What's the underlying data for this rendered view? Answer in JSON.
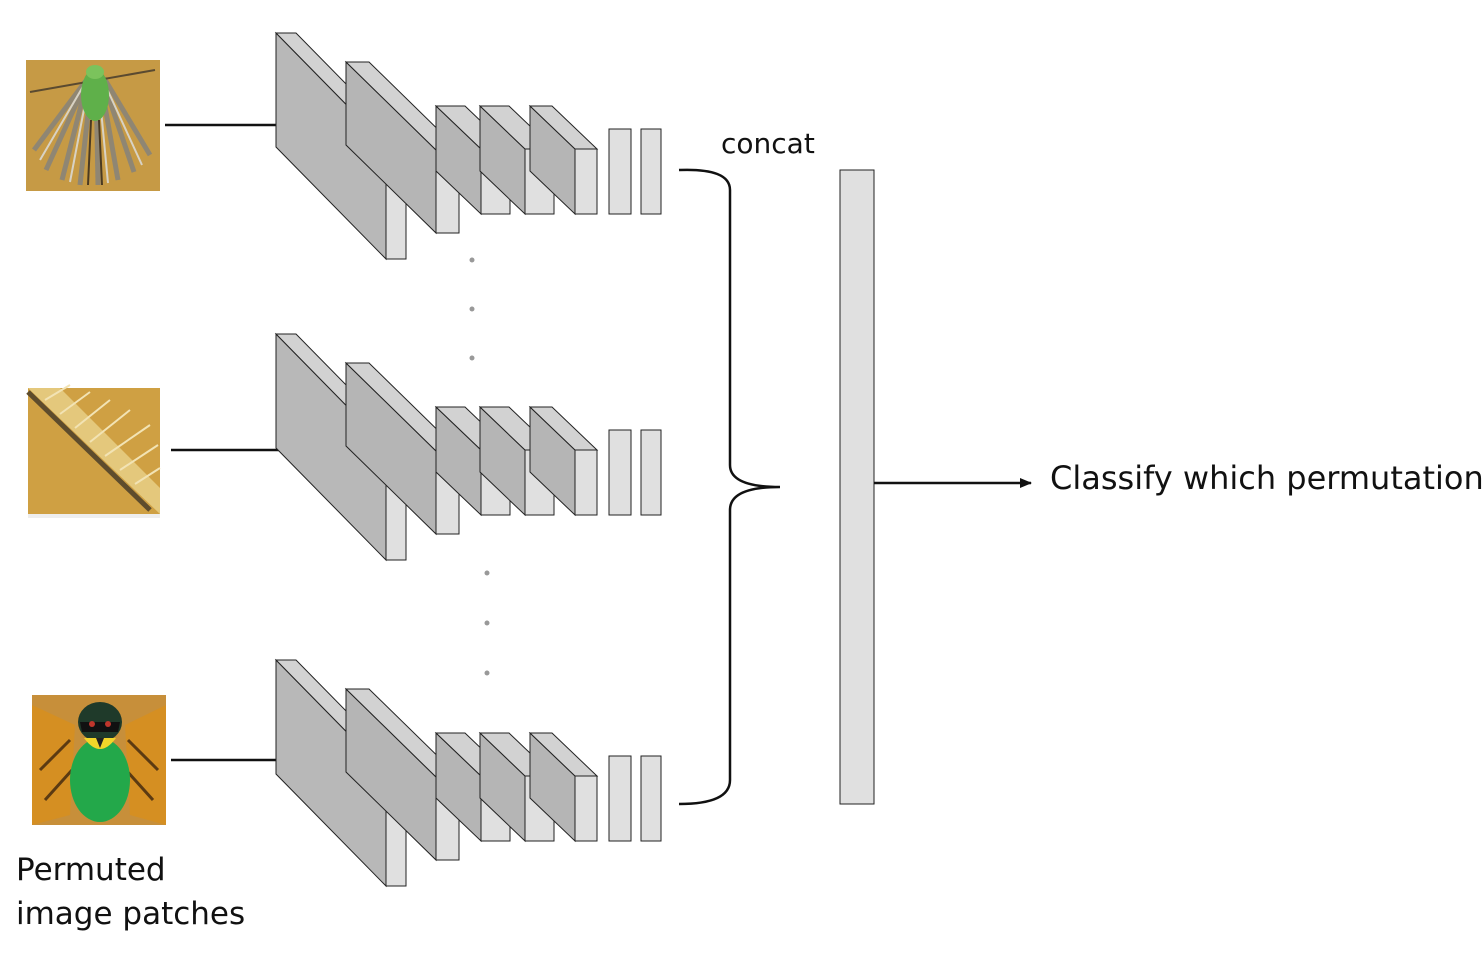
{
  "diagram": {
    "concat_label": "concat",
    "output_label": "Classify which permutation",
    "patches_label_line1": "Permuted",
    "patches_label_line2": "image patches"
  },
  "patches": [
    {
      "name": "patch-1",
      "content": "bird wing with spread grey feathers and green body on tan background"
    },
    {
      "name": "patch-2",
      "content": "close-up of a tan wing feather"
    },
    {
      "name": "patch-3",
      "content": "green bee-eater bird with spread orange wings"
    }
  ],
  "colors": {
    "layer_front": "#e0e0e0",
    "layer_side": "#b5b5b5",
    "layer_top": "#d2d2d2",
    "first_layer_face": "#b8b8b8",
    "stroke": "#222222",
    "background": "#ffffff"
  }
}
